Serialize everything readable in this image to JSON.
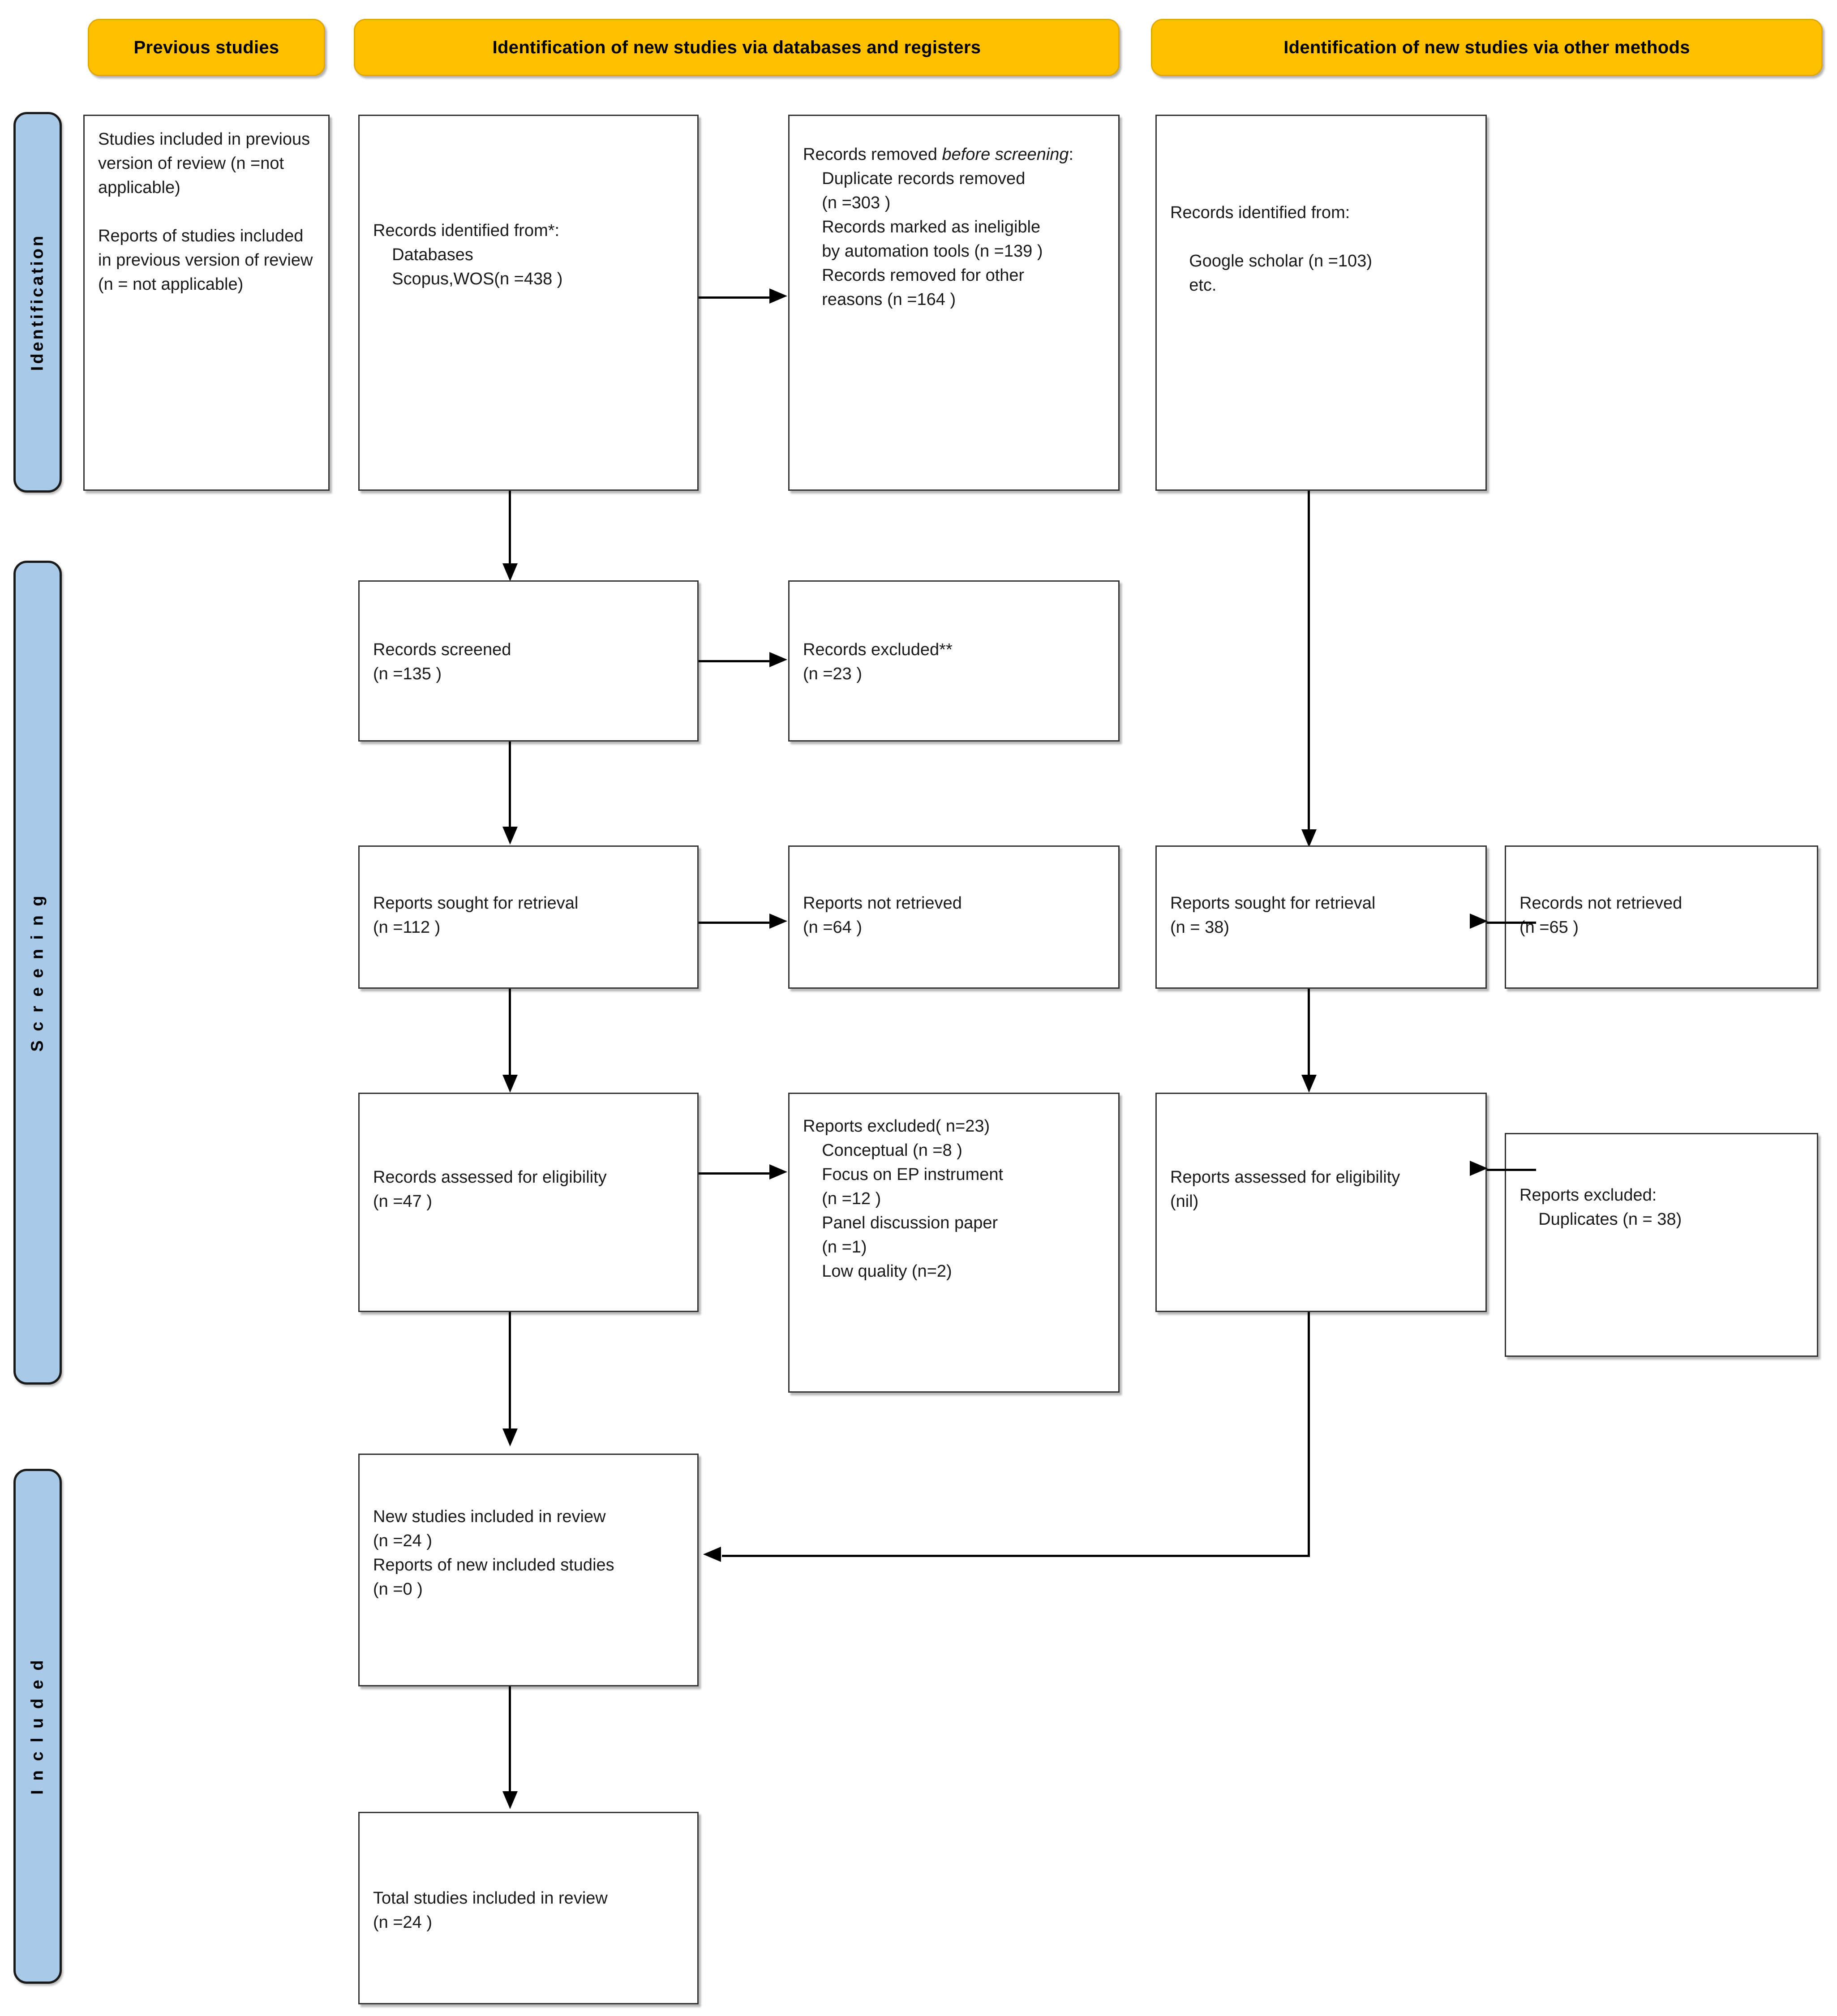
{
  "diagram": {
    "type": "PRISMA 2020 flow diagram",
    "accent_yellow": "#FFC000",
    "accent_blue": "#A9C9E8",
    "box_border": "#333333"
  },
  "banners": {
    "previous": "Previous studies",
    "databases": "Identification of new studies via databases and registers",
    "other_methods": "Identification of new studies via other methods"
  },
  "stages": {
    "identification": "Identification",
    "screening": "S c r e e n i n g",
    "included": "I n c l u d e d"
  },
  "boxes": {
    "previous_studies": "Studies included in previous version of review (n =not applicable)\n\nReports of studies included in previous version of review (n = not applicable)",
    "records_identified": "Records identified from*:\n    Databases\n    Scopus,WOS(n =438 )",
    "records_removed_before_screening_head": "Records removed ",
    "records_removed_before_screening_em": "before",
    "records_removed_before_screening_em2": "screening",
    "records_removed_before_screening_rest": ":\n    Duplicate records removed\n    (n =303 )\n    Records marked as ineligible\n    by automation tools (n =139 )\n    Records removed for other\n    reasons (n =164 )",
    "records_screened": "Records screened\n(n =135 )",
    "records_excluded": "Records excluded**\n(n =23 )",
    "reports_sought_db": "Reports sought for retrieval\n(n =112 )",
    "reports_not_retrieved_db": "Reports not retrieved\n(n =64 )",
    "records_assessed_db": "Records assessed for eligibility\n(n =47 )",
    "reports_excluded_db": "Reports excluded( n=23)\n    Conceptual (n =8 )\n    Focus on EP instrument\n    (n =12 )\n    Panel discussion paper\n    (n =1)\n    Low quality (n=2)",
    "records_identified_other": "Records identified from:\n\n    Google scholar (n =103)\n    etc.",
    "reports_sought_other": "Reports sought for retrieval\n(n = 38)",
    "records_not_retrieved_other": "Records not retrieved\n(n =65 )",
    "reports_assessed_other": "Reports assessed for eligibility\n(nil)",
    "reports_excluded_other": "Reports excluded:\n    Duplicates (n = 38)",
    "new_studies_included": "New studies included in review\n(n =24 )\nReports of new included studies\n(n =0 )",
    "total_studies_included": "Total studies included in review\n(n =24 )"
  }
}
